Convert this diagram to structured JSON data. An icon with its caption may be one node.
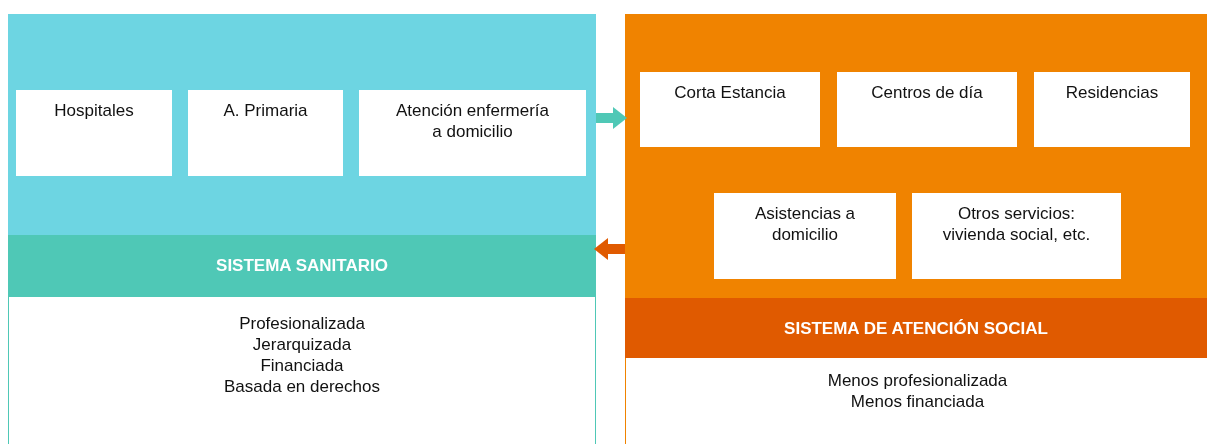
{
  "diagram": {
    "nodes": [
      {
        "text": [],
        "shape": "box"
      },
      {
        "text": [
          "Hospitales"
        ],
        "in": 0
      },
      {
        "text": [
          "A. Primaria"
        ],
        "in": 0
      },
      {
        "text": [
          "Atención enfermería a domicilio"
        ],
        "in": 0
      },
      {
        "text": [
          "SISTEMA SANITARIO"
        ]
      },
      {
        "text": [
          "Profesionalizada",
          "Jerarquizada",
          "Financiada",
          "Basada en derechos"
        ]
      },
      {
        "text": [],
        "shape": "box"
      },
      {
        "text": [
          "Corta Estancia"
        ],
        "in": 6
      },
      {
        "text": [
          "Centros de día"
        ],
        "in": 6
      },
      {
        "text": [
          "Residencias"
        ],
        "in": 6
      },
      {
        "text": [
          "Asistencias a domicilio"
        ],
        "in": 6
      },
      {
        "text": [
          "Otros servicios: vivienda social, etc."
        ],
        "in": 6
      },
      {
        "text": [
          "SISTEMA DE ATENCIÓN SOCIAL"
        ]
      },
      {
        "text": [
          "Menos profesionalizada",
          "Menos financiada"
        ]
      }
    ],
    "edges": [
      {
        "from": 0,
        "to": 6,
        "arrow": "to",
        "color": "#4fc8b6"
      },
      {
        "from": 6,
        "to": 4,
        "arrow": "to",
        "color": "#e05a00"
      }
    ]
  }
}
